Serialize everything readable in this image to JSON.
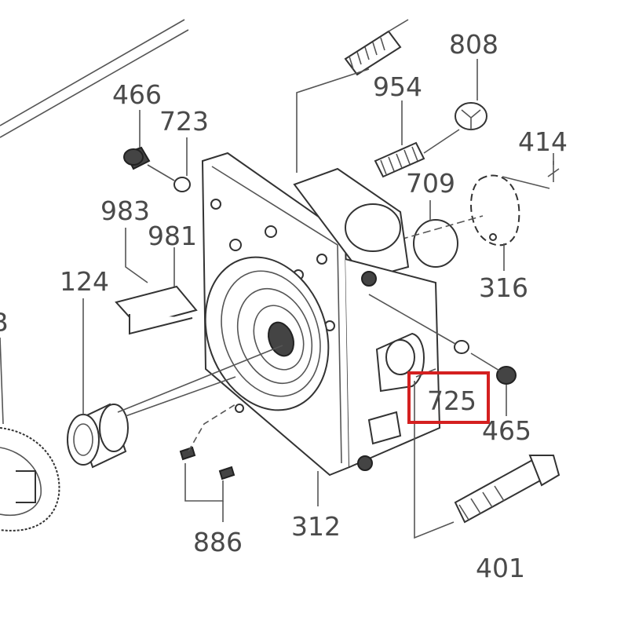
{
  "diagram": {
    "part_labels": [
      "466",
      "723",
      "983",
      "981",
      "124",
      "808",
      "954",
      "709",
      "414",
      "316",
      "725",
      "465",
      "312",
      "886",
      "401",
      "B"
    ],
    "highlighted_part": "725",
    "highlight_color": "#d42020",
    "line_color": "#555555",
    "label_color": "#4a4a4a"
  }
}
